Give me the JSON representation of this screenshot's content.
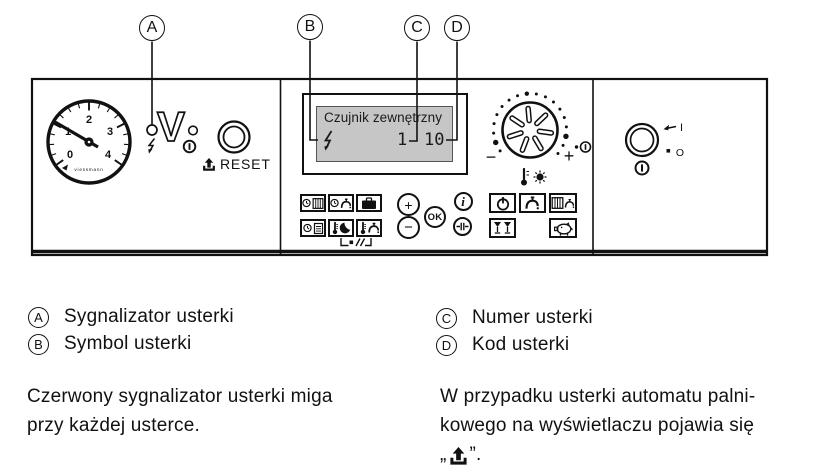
{
  "callouts": {
    "a": {
      "letter": "A",
      "label": "Sygnalizator usterki"
    },
    "b": {
      "letter": "B",
      "label": "Symbol usterki"
    },
    "c": {
      "letter": "C",
      "label": "Numer usterki"
    },
    "d": {
      "letter": "D",
      "label": "Kod usterki"
    }
  },
  "panel": {
    "logo": "V",
    "gauge": {
      "ticks": [
        "0",
        "1",
        "2",
        "3",
        "4"
      ],
      "brand": "viessmann"
    },
    "reset": {
      "label": "RESET"
    },
    "display": {
      "title": "Czujnik zewnętrzny",
      "fault_number": "1",
      "fault_code": "10"
    },
    "stepper": {
      "plus": "+",
      "minus": "−"
    },
    "ok_label": "OK",
    "info_label": "i",
    "knob": {
      "minus": "−",
      "plus": "+"
    },
    "switch": {
      "on": "I",
      "off": "O"
    }
  },
  "icons": {
    "fault_indicator": "lightning-icon",
    "power_on": "power-circle-icon",
    "reset": "unlock-arrow-icon",
    "timer_heating": "clock-radiator-icon",
    "timer_dhw": "clock-tap-icon",
    "vacation": "suitcase-icon",
    "time_date": "clock-calendar-icon",
    "reduced_temp": "thermometer-moon-icon",
    "dhw_temp": "thermometer-tap-icon",
    "standby": "power-icon",
    "dhw": "tap-icon",
    "heating_dhw": "radiator-tap-icon",
    "party": "wine-glasses-icon",
    "economy": "piggy-bank-icon",
    "knob_temp": "thermometer-sun-icon"
  },
  "notes": {
    "left": {
      "lines": [
        "Czerwony sygnalizator usterki miga",
        "przy każdej usterce."
      ]
    },
    "right": {
      "lines": [
        "W przypadku usterki automatu palni-",
        "kowego na wyświetlaczu pojawia się"
      ],
      "quote_open": "„",
      "quote_close": "”."
    }
  },
  "colors": {
    "ink": "#111111",
    "display_bg": "#c6c6c6"
  }
}
